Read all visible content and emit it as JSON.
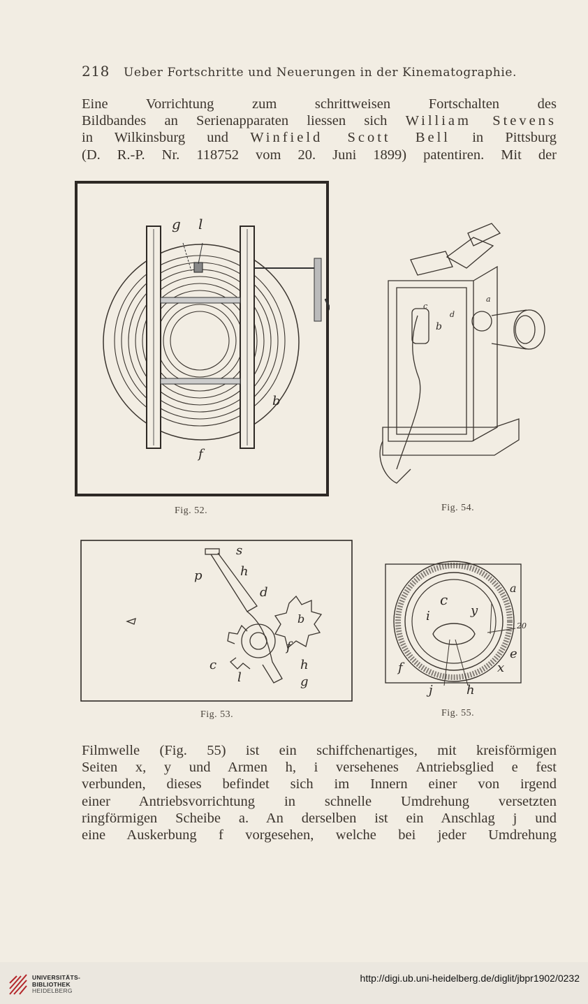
{
  "header": {
    "page_number": "218",
    "running_title": "Ueber Fortschritte und Neuerungen in der Kinematographie."
  },
  "paragraph_top": {
    "lines": [
      "Eine Vorrichtung zum schrittweisen Fortschalten des",
      "Bildbandes an Serienapparaten liessen sich",
      "in Wilkinsburg und",
      "in Pittsburg",
      "(D. R.-P. Nr. 118752 vom 20. Juni 1899) patentiren. Mit der"
    ],
    "name_stevens": "William Stevens",
    "name_bell": "Winfield Scott Bell"
  },
  "figures": {
    "fig52": {
      "caption": "Fig. 52.",
      "labels": {
        "g": "g",
        "l": "l",
        "b": "b",
        "f": "f"
      }
    },
    "fig54": {
      "caption": "Fig. 54.",
      "labels": {
        "a": "a",
        "b": "b",
        "c": "c",
        "d": "d"
      }
    },
    "fig53": {
      "caption": "Fig. 53.",
      "labels": {
        "s": "s",
        "p": "p",
        "h": "h",
        "d": "d",
        "b": "b",
        "f": "f",
        "c": "c",
        "h2": "h",
        "l": "l",
        "g": "g"
      }
    },
    "fig55": {
      "caption": "Fig. 55.",
      "labels": {
        "a": "a",
        "c": "c",
        "y": "y",
        "i": "i",
        "n20": "20",
        "e": "e",
        "f": "f",
        "x": "x",
        "j": "j",
        "h": "h"
      }
    }
  },
  "paragraph_bottom": {
    "lines": [
      "Filmwelle (Fig. 55) ist ein schiffchenartiges, mit kreisförmigen",
      "Seiten x, y und Armen h, i versehenes Antriebsglied e fest",
      "verbunden, dieses befindet sich im Innern einer von irgend",
      "einer Antriebsvorrichtung in schnelle Umdrehung versetzten",
      "ringförmigen Scheibe a. An derselben ist ein Anschlag j und",
      "eine Auskerbung f vorgesehen, welche bei jeder Umdrehung"
    ]
  },
  "footer": {
    "logo_lines": [
      "UNIVERSITÄTS-",
      "BIBLIOTHEK",
      "HEIDELBERG"
    ],
    "url": "http://digi.ub.uni-heidelberg.de/diglit/jbpr1902/0232"
  },
  "colors": {
    "paper": "#f2ede3",
    "ink": "#3a342e",
    "footer": "#ebe7df",
    "logo_red": "#b3262a"
  }
}
